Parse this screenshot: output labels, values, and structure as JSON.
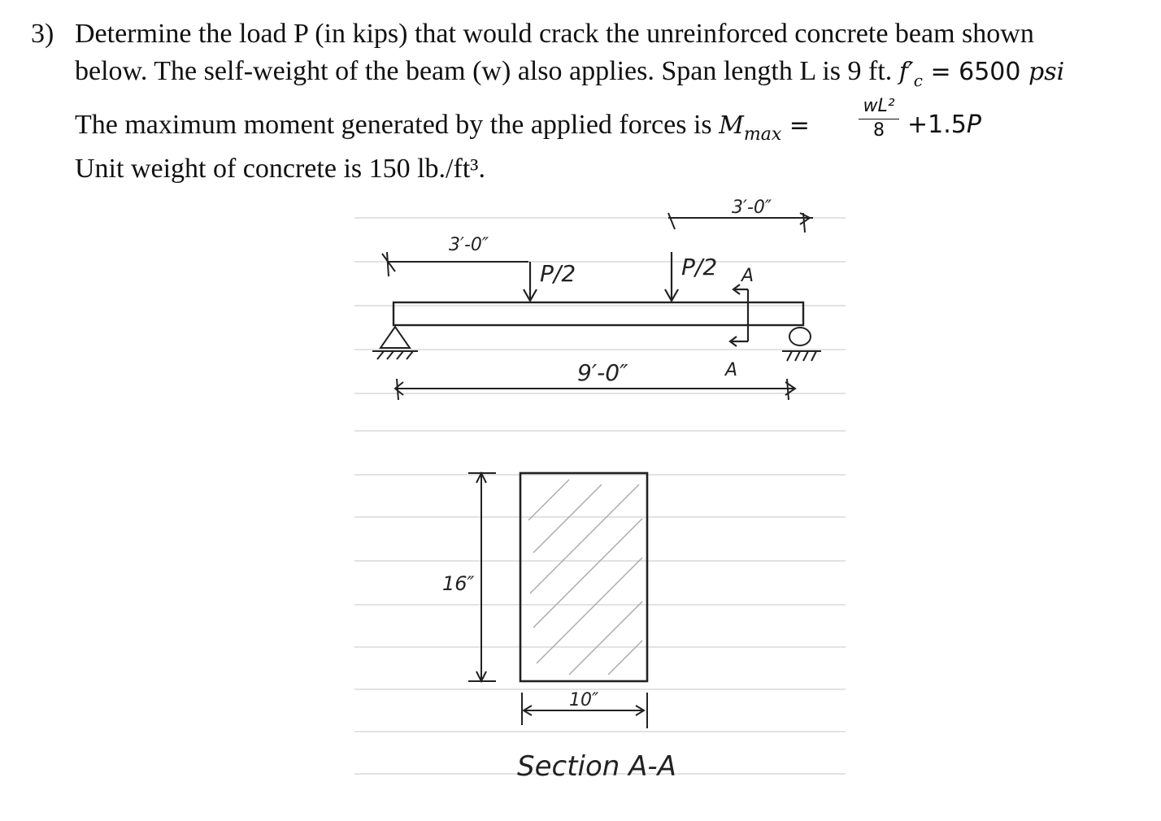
{
  "problem": {
    "number": "3)",
    "line1": "Determine the load P (in kips) that would crack the unreinforced concrete beam shown",
    "line2_text": "below. The self-weight of the beam (w) also applies. Span length L is 9 ft.",
    "fc_symbol": "f′",
    "fc_sub": "c",
    "fc_eq": " = 6500 ",
    "fc_unit": "psi",
    "line3_text": "The maximum moment generated by the applied forces is ",
    "mmax_symbol": "M",
    "mmax_sub": "max",
    "mmax_eq": " =",
    "frac_num": "wL²",
    "frac_den": "8",
    "plus_term": "+1.5",
    "plus_P": "P",
    "line4": "Unit weight of concrete is 150 lb./ft³."
  },
  "figure": {
    "dim_left": "3′-0″",
    "dim_right": "3′-0″",
    "load_left": "P/2",
    "load_right": "P/2",
    "section_mark_top": "A",
    "section_mark_bottom": "A",
    "span": "9′-0″",
    "height_dim": "16″",
    "width_dim": "10″",
    "section_title": "Section A-A"
  }
}
